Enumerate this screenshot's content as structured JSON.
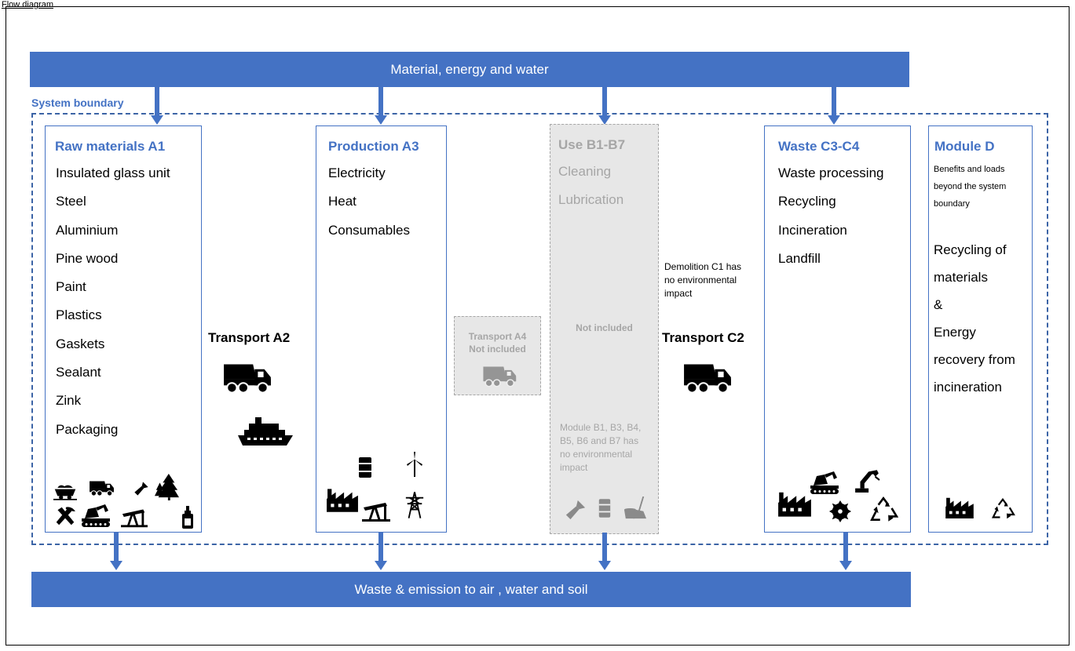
{
  "figure_caption": "Flow diagram",
  "top_bar": {
    "label": "Material, energy and water"
  },
  "bottom_bar": {
    "label": "Waste & emission to air , water and soil"
  },
  "system_boundary": {
    "label": "System boundary"
  },
  "raw_materials": {
    "title": "Raw materials A1",
    "items": [
      "Insulated glass unit",
      "Steel",
      "Aluminium",
      "Pine wood",
      "Paint",
      "Plastics",
      "Gaskets",
      "Sealant",
      "Zink",
      "Packaging"
    ]
  },
  "transport_a2": {
    "label": "Transport A2"
  },
  "production": {
    "title": "Production A3",
    "items": [
      "Electricity",
      "Heat",
      "Consumables"
    ]
  },
  "transport_a4": {
    "line1": "Transport A4",
    "line2": "Not included"
  },
  "use": {
    "title": "Use B1-B7",
    "items": [
      "Cleaning",
      "Lubrication"
    ],
    "not_included": "Not included",
    "note": "Module B1, B3, B4, B5, B6 and B7 has no environmental impact"
  },
  "demolition_note": "Demolition C1 has no environmental impact",
  "transport_c2": {
    "label": "Transport C2"
  },
  "waste": {
    "title": "Waste C3-C4",
    "items": [
      "Waste processing",
      "Recycling",
      "Incineration",
      "Landfill"
    ]
  },
  "module_d": {
    "title": "Module D",
    "subtitle": "Benefits and loads beyond the system boundary",
    "items": [
      "Recycling of",
      "materials",
      "&",
      "Energy",
      "recovery from",
      "incineration"
    ]
  },
  "colors": {
    "accent": "#4472C4",
    "boundary": "#3C64A6",
    "gray_fill": "#E7E7E7",
    "gray_text": "#A6A6A6"
  },
  "icons": {
    "raw_materials": [
      "mine-cart-icon",
      "dump-truck-icon",
      "paint-brush-icon",
      "forest-icon",
      "hammer-pick-icon",
      "excavator-icon",
      "oil-pump-icon",
      "glue-bottle-icon"
    ],
    "transport_a2": [
      "dump-truck-icon",
      "ship-icon"
    ],
    "production": [
      "oil-barrel-icon",
      "wind-turbine-icon",
      "factory-icon",
      "oil-pump-icon",
      "power-pylon-icon"
    ],
    "transport_a4": [
      "dump-truck-icon"
    ],
    "use": [
      "paint-brush-icon",
      "oil-barrel-icon",
      "bucket-broom-icon"
    ],
    "transport_c2": [
      "dump-truck-icon"
    ],
    "waste": [
      "factory-icon",
      "excavator-icon",
      "robot-arm-icon",
      "saw-blade-icon",
      "recycle-icon"
    ],
    "module_d": [
      "factory-icon",
      "recycle-icon"
    ]
  }
}
